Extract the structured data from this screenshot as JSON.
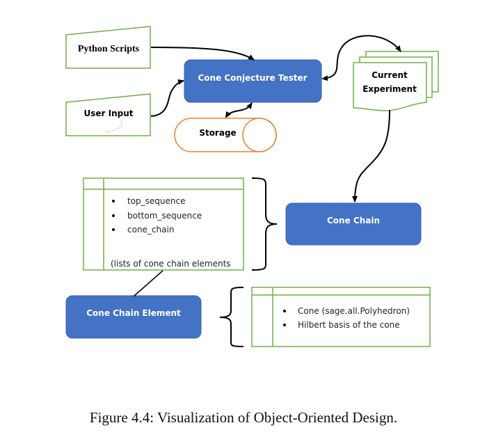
{
  "nodes": {
    "python_scripts": "Python Scripts",
    "user_input": "User Input",
    "cone_conjecture_tester": "Cone Conjecture Tester",
    "storage": "Storage",
    "current_experiment_line1": "Current",
    "current_experiment_line2": "Experiment",
    "cone_chain": "Cone Chain",
    "cone_chain_element": "Cone Chain Element"
  },
  "cone_chain_attributes": {
    "items": [
      "top_sequence",
      "bottom_sequence",
      "cone_chain"
    ],
    "note": "(lists of cone chain elements"
  },
  "cone_chain_element_attributes": {
    "items": [
      "Cone (sage.all.Polyhedron)",
      "Hilbert basis of the cone"
    ]
  },
  "caption": "Figure 4.4: Visualization of Object-Oriented Design.",
  "colors": {
    "process_fill": "#4472C4",
    "input_border": "#70AD47",
    "storage_border": "#ED7D31",
    "connector": "#000000"
  }
}
